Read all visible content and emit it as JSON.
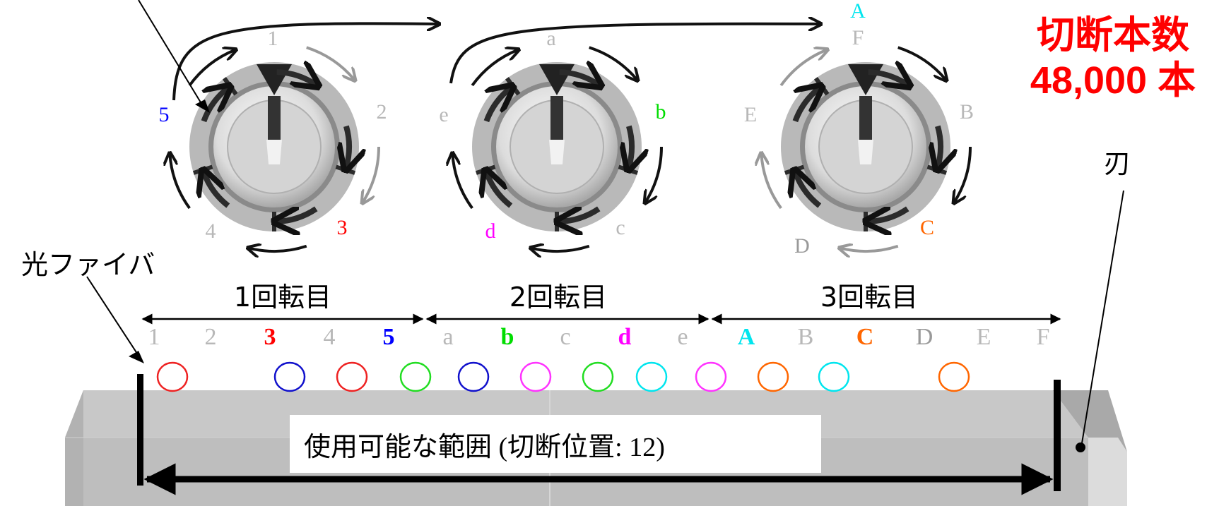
{
  "labels": {
    "fiber": "光ファイバ",
    "blade": "刃",
    "usable_range": "使用可能な範囲 (切断位置: 12)",
    "cut_count_title": "切断本数",
    "cut_count_value": "48,000 本"
  },
  "rotations": [
    {
      "label": "1回転目",
      "positions": [
        {
          "text": "1",
          "color": "#b8b8b8"
        },
        {
          "text": "2",
          "color": "#b8b8b8"
        },
        {
          "text": "3",
          "color": "#ff0000"
        },
        {
          "text": "4",
          "color": "#b8b8b8"
        },
        {
          "text": "5",
          "color": "#0000ff"
        }
      ]
    },
    {
      "label": "2回転目",
      "positions": [
        {
          "text": "a",
          "color": "#b8b8b8"
        },
        {
          "text": "b",
          "color": "#00dd00"
        },
        {
          "text": "c",
          "color": "#b8b8b8"
        },
        {
          "text": "d",
          "color": "#ff00ff"
        },
        {
          "text": "e",
          "color": "#b8b8b8"
        }
      ]
    },
    {
      "label": "3回転目",
      "positions": [
        {
          "text": "A",
          "color": "#00e5ee"
        },
        {
          "text": "B",
          "color": "#b8b8b8"
        },
        {
          "text": "C",
          "color": "#ff6600"
        },
        {
          "text": "D",
          "color": "#999999"
        },
        {
          "text": "E",
          "color": "#b8b8b8"
        },
        {
          "text": "F",
          "color": "#b8b8b8"
        }
      ]
    }
  ],
  "dials": [
    {
      "name": "dial-1",
      "labels": [
        {
          "text": "1",
          "color": "#b8b8b8"
        },
        {
          "text": "2",
          "color": "#b8b8b8"
        },
        {
          "text": "3",
          "color": "#ff0000"
        },
        {
          "text": "4",
          "color": "#b8b8b8"
        },
        {
          "text": "5",
          "color": "#0000ff"
        }
      ]
    },
    {
      "name": "dial-2",
      "labels": [
        {
          "text": "a",
          "color": "#b8b8b8"
        },
        {
          "text": "b",
          "color": "#00dd00"
        },
        {
          "text": "c",
          "color": "#b8b8b8"
        },
        {
          "text": "d",
          "color": "#ff00ff"
        },
        {
          "text": "e",
          "color": "#b8b8b8"
        }
      ]
    },
    {
      "name": "dial-3",
      "labels": [
        {
          "text": "A",
          "color": "#00e5ee"
        },
        {
          "text": "F",
          "color": "#b8b8b8"
        },
        {
          "text": "B",
          "color": "#b8b8b8"
        },
        {
          "text": "C",
          "color": "#ff6600"
        },
        {
          "text": "D",
          "color": "#999999"
        },
        {
          "text": "E",
          "color": "#b8b8b8"
        }
      ]
    }
  ],
  "cut_marks": [
    {
      "color": "#ee2222"
    },
    {
      "color": "#1111cc"
    },
    {
      "color": "#ee2222"
    },
    {
      "color": "#22dd22"
    },
    {
      "color": "#1111cc"
    },
    {
      "color": "#ff33ff"
    },
    {
      "color": "#22dd22"
    },
    {
      "color": "#00e5ee"
    },
    {
      "color": "#ff33ff"
    },
    {
      "color": "#ff6600"
    },
    {
      "color": "#00e5ee"
    },
    {
      "color": "#ff6600"
    }
  ],
  "colors": {
    "accent": "#ff0000",
    "base_light": "#c8c8c8",
    "base_dark": "#b4b4b4",
    "dial_ring": "#b9b9b9",
    "arrow_dark": "#111111",
    "arrow_gray": "#999999"
  }
}
